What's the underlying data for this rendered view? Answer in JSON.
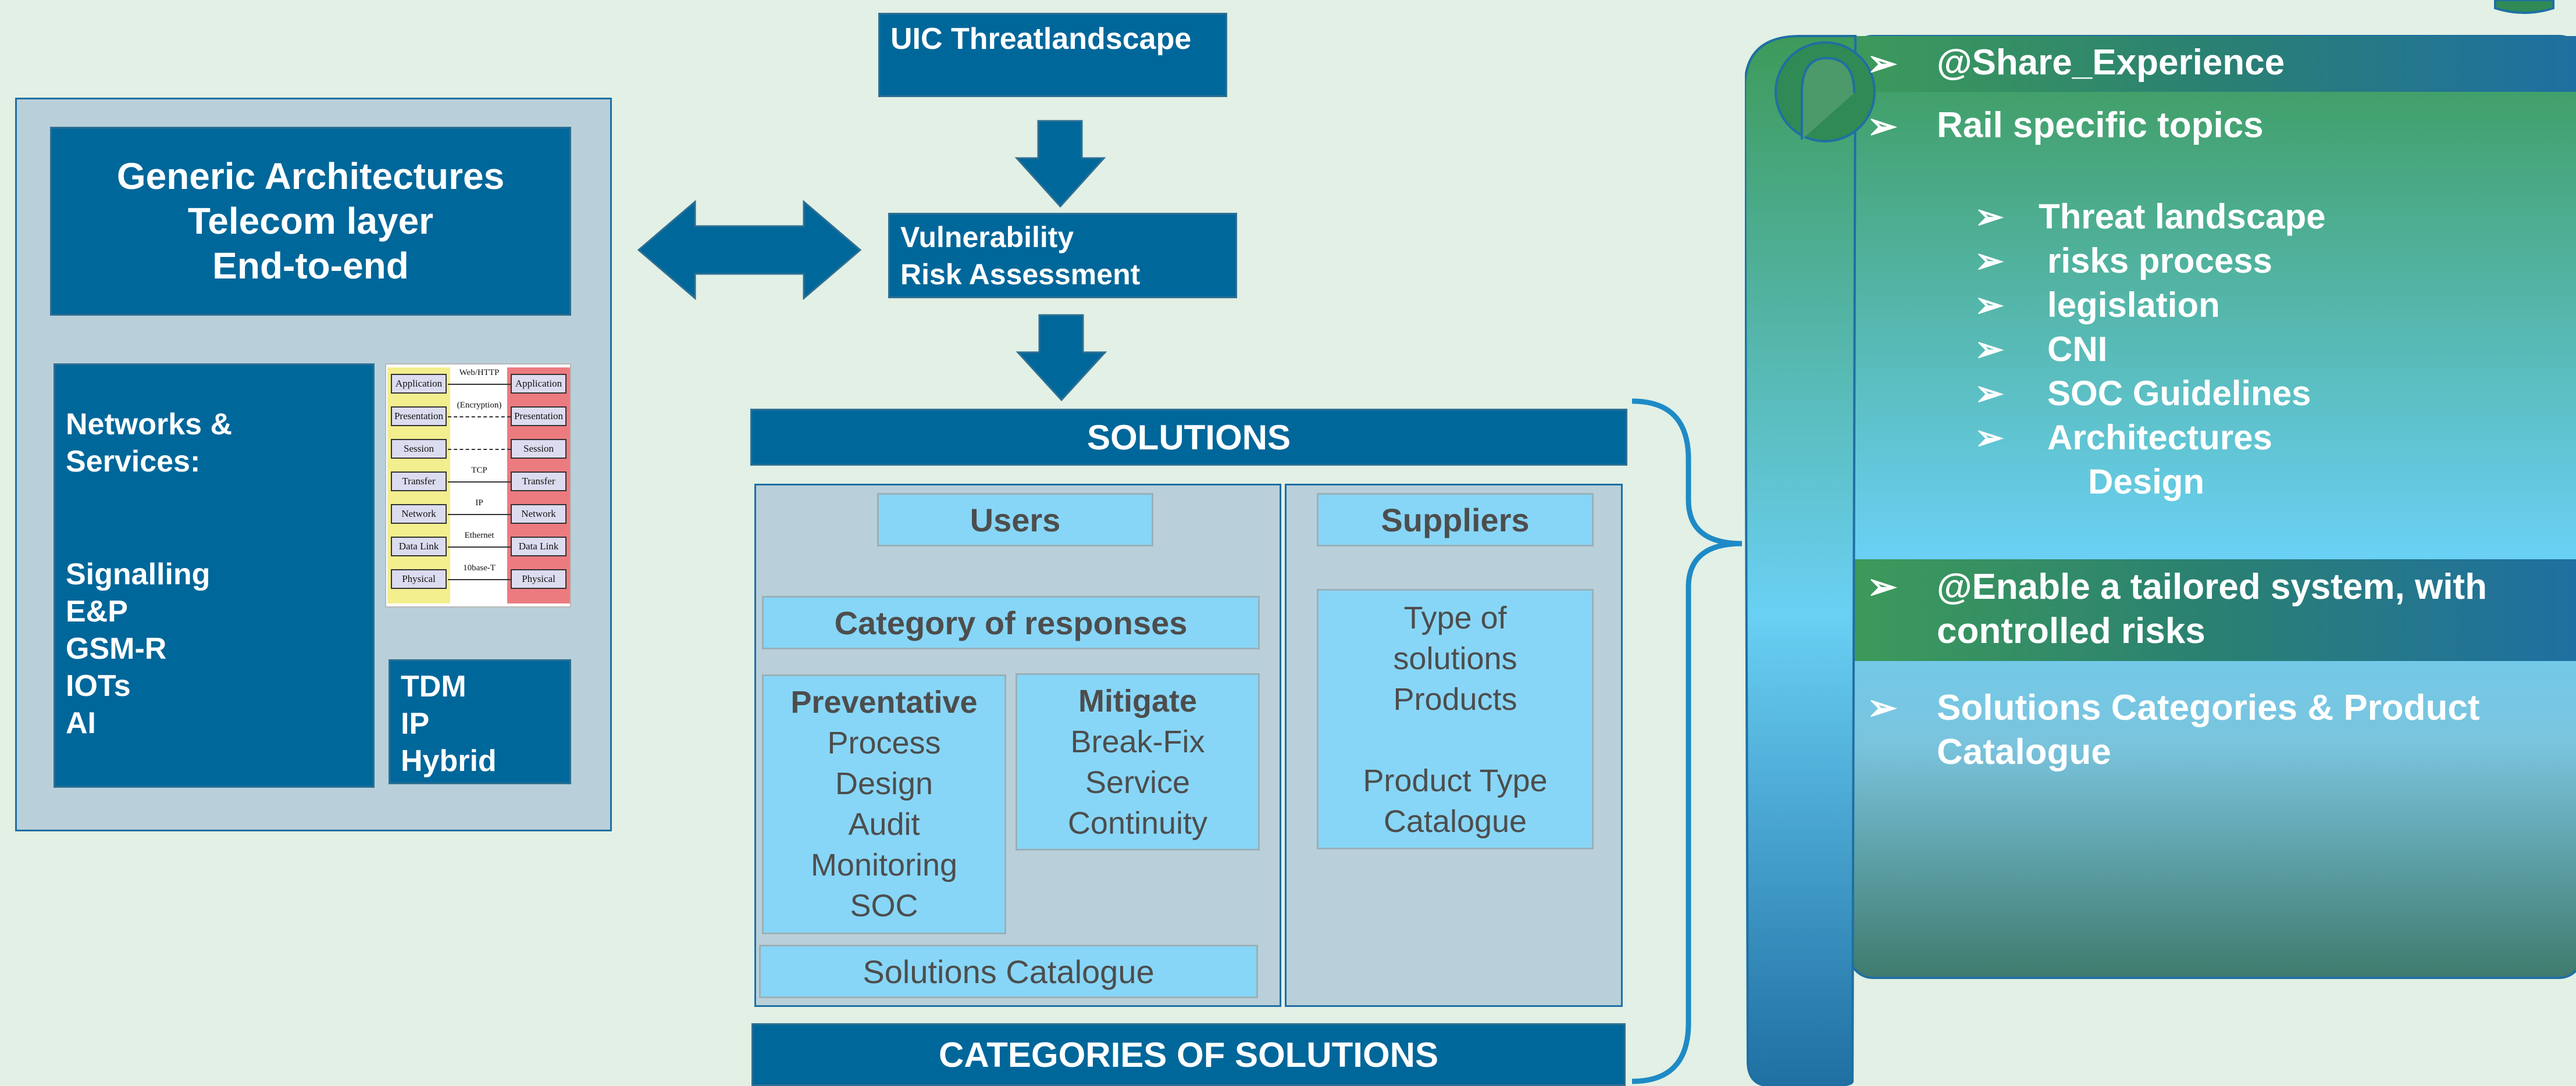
{
  "top_box": "UIC Threatlandscape",
  "vuln_box": [
    "Vulnerability",
    "Risk Assessment"
  ],
  "left_panel": {
    "title": [
      "Generic Architectures",
      "Telecom layer",
      "End-to-end"
    ],
    "networks_heading": [
      "Networks &",
      "Services:"
    ],
    "networks_items": [
      "Signalling",
      "E&P",
      "GSM-R",
      "IOTs",
      "AI"
    ],
    "transport_items": [
      "TDM",
      "IP",
      "Hybrid"
    ],
    "osi": {
      "layers": [
        "Application",
        "Presentation",
        "Session",
        "Transfer",
        "Network",
        "Data Link",
        "Physical"
      ],
      "protocols": [
        "Web/HTTP",
        "(Encryption)",
        "",
        "TCP",
        "IP",
        "Ethernet",
        "10base-T"
      ]
    }
  },
  "solutions_header": "SOLUTIONS",
  "categories_footer": "CATEGORIES OF SOLUTIONS",
  "users": {
    "title": "Users",
    "category": "Category of responses",
    "preventative": {
      "title": "Preventative",
      "items": [
        "Process",
        "Design",
        "Audit",
        "Monitoring",
        "SOC"
      ]
    },
    "mitigate": {
      "title": "Mitigate",
      "items": [
        "Break-Fix",
        "Service",
        "Continuity"
      ]
    },
    "catalogue": "Solutions Catalogue"
  },
  "suppliers": {
    "title": "Suppliers",
    "lines": [
      "Type of",
      "solutions",
      "Products",
      "",
      "Product Type",
      "Catalogue"
    ]
  },
  "scroll": {
    "bullet": "➢",
    "share": "@Share_Experience",
    "rail_topics": "Rail specific topics",
    "topics": [
      "Threat landscape",
      "risks process",
      "legislation",
      "CNI",
      "SOC Guidelines",
      "Architectures"
    ],
    "topics_continuation": "Design",
    "enable": [
      "@Enable a tailored system, with",
      "controlled risks"
    ],
    "catalogue": [
      "Solutions Categories & Product",
      "Catalogue"
    ]
  },
  "colors": {
    "background": "#e2f0e5",
    "dark_blue": "#00679a",
    "light_blue": "#87d6f7",
    "panel": "#b9d0da",
    "scroll_green": "#3d9a5a",
    "brace": "#1e8ac6"
  }
}
